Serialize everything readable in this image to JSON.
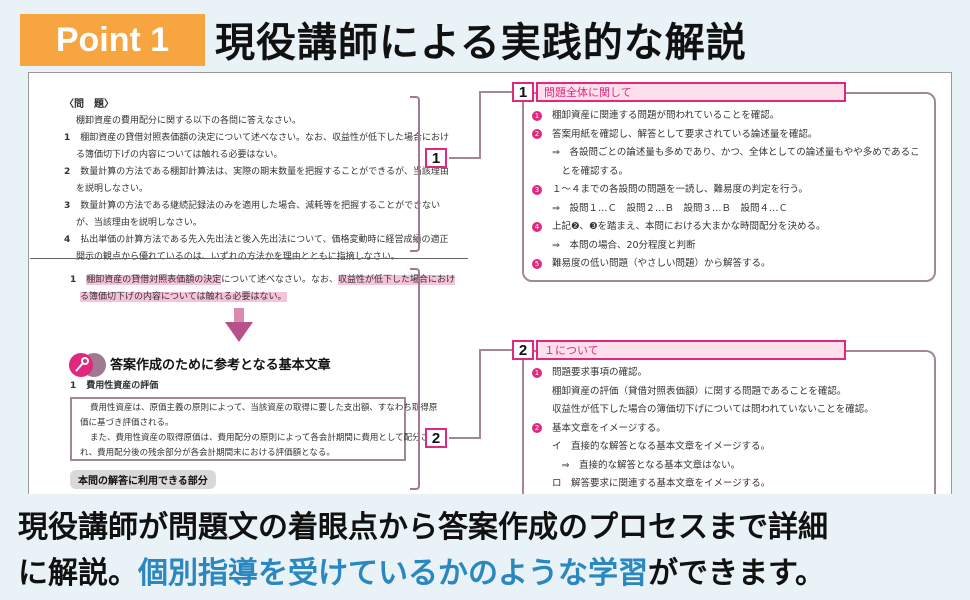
{
  "header": {
    "badge": "Point 1",
    "title": "現役講師による実践的な解説"
  },
  "question": {
    "heading": "〈問　題〉",
    "intro": "棚卸資産の費用配分に関する以下の各問に答えなさい。",
    "items": [
      {
        "no": "1",
        "lines": [
          "棚卸資産の貸借対照表価額の決定について述べなさい。なお、収益性が低下した場合におけ",
          "る簿価切下げの内容については触れる必要はない。"
        ]
      },
      {
        "no": "2",
        "lines": [
          "数量計算の方法である棚卸計算法は、実際の期末数量を把握することができるが、当該理由",
          "を説明しなさい。"
        ]
      },
      {
        "no": "3",
        "lines": [
          "数量計算の方法である継続記録法のみを適用した場合、減耗等を把握することができない",
          "が、当該理由を説明しなさい。"
        ]
      },
      {
        "no": "4",
        "lines": [
          "払出単価の計算方法である先入先出法と後入先出法について、価格変動時に経営成績の適正",
          "開示の観点から優れているのは、いずれの方法かを理由とともに指摘しなさい。"
        ]
      }
    ]
  },
  "detail": {
    "q_no": "1",
    "q_line1_hl1": "棚卸資産の貸借対照表価額の決定",
    "q_line1_mid": "について述べなさい。なお、",
    "q_line1_hl2": "収益性が低下した場合におけ",
    "q_line2_hl": "る簿価切下げの内容については触れる必要はない。",
    "mark1": "1",
    "mark2": "2",
    "section_title": "答案作成のために参考となる基本文章",
    "sub_no": "1",
    "sub_title": "費用性資産の評価",
    "box_lines": [
      "費用性資産は、原価主義の原則によって、当該資産の取得に要した支出額、すなわち取得原",
      "価に基づき評価される。",
      "また、費用性資産の取得原価は、費用配分の原則によって各会計期間に費用として配分さ",
      "れ、費用配分後の残余部分が各会計期間末における評価額となる。"
    ],
    "pill": "本問の解答に利用できる部分"
  },
  "labels": [
    "1",
    "2"
  ],
  "panel1": {
    "no": "1",
    "title": "問題全体に関して",
    "lines": [
      {
        "n": "1",
        "t": "棚卸資産に関連する問題が問われていることを確認。"
      },
      {
        "n": "2",
        "t": "答案用紙を確認し、解答として要求されている論述量を確認。"
      },
      {
        "n": "",
        "t": "⇒　各設問ごとの論述量も多めであり、かつ、全体としての論述量もやや多めであるこ"
      },
      {
        "n": "",
        "t": "　とを確認する。"
      },
      {
        "n": "3",
        "t": "１～４までの各設問の問題を一読し、難易度の判定を行う。"
      },
      {
        "n": "",
        "t": "⇒　設問１…Ｃ　設問２…Ｂ　設問３…Ｂ　設問４…Ｃ"
      },
      {
        "n": "4",
        "t": "上記❷、❸を踏まえ、本問における大まかな時間配分を決める。"
      },
      {
        "n": "",
        "t": "⇒　本問の場合、20分程度と判断"
      },
      {
        "n": "5",
        "t": "難易度の低い問題（やさしい問題）から解答する。"
      }
    ]
  },
  "panel2": {
    "no": "2",
    "title": "１について",
    "lines": [
      {
        "n": "1",
        "t": "問題要求事項の確認。"
      },
      {
        "n": "",
        "t": "棚卸資産の評価（貸借対照表価額）に関する問題であることを確認。"
      },
      {
        "n": "",
        "t": "収益性が低下した場合の簿価切下げについては問われていないことを確認。"
      },
      {
        "n": "2",
        "t": "基本文章をイメージする。"
      },
      {
        "n": "",
        "t": "イ　直接的な解答となる基本文章をイメージする。"
      },
      {
        "n": "",
        "t": "　⇒　直接的な解答となる基本文章はない。"
      },
      {
        "n": "",
        "t": "ロ　解答要求に関連する基本文章をイメージする。"
      }
    ]
  },
  "caption": {
    "line1": "現役講師が問題文の着眼点から答案作成のプロセスまで詳細",
    "line2_a": "に解説。",
    "line2_blue": "個別指導を受けているかのような学習",
    "line2_b": "ができます。"
  },
  "colors": {
    "accent": "#e0287f",
    "orange": "#f7a541",
    "blue": "#2a87c0"
  }
}
